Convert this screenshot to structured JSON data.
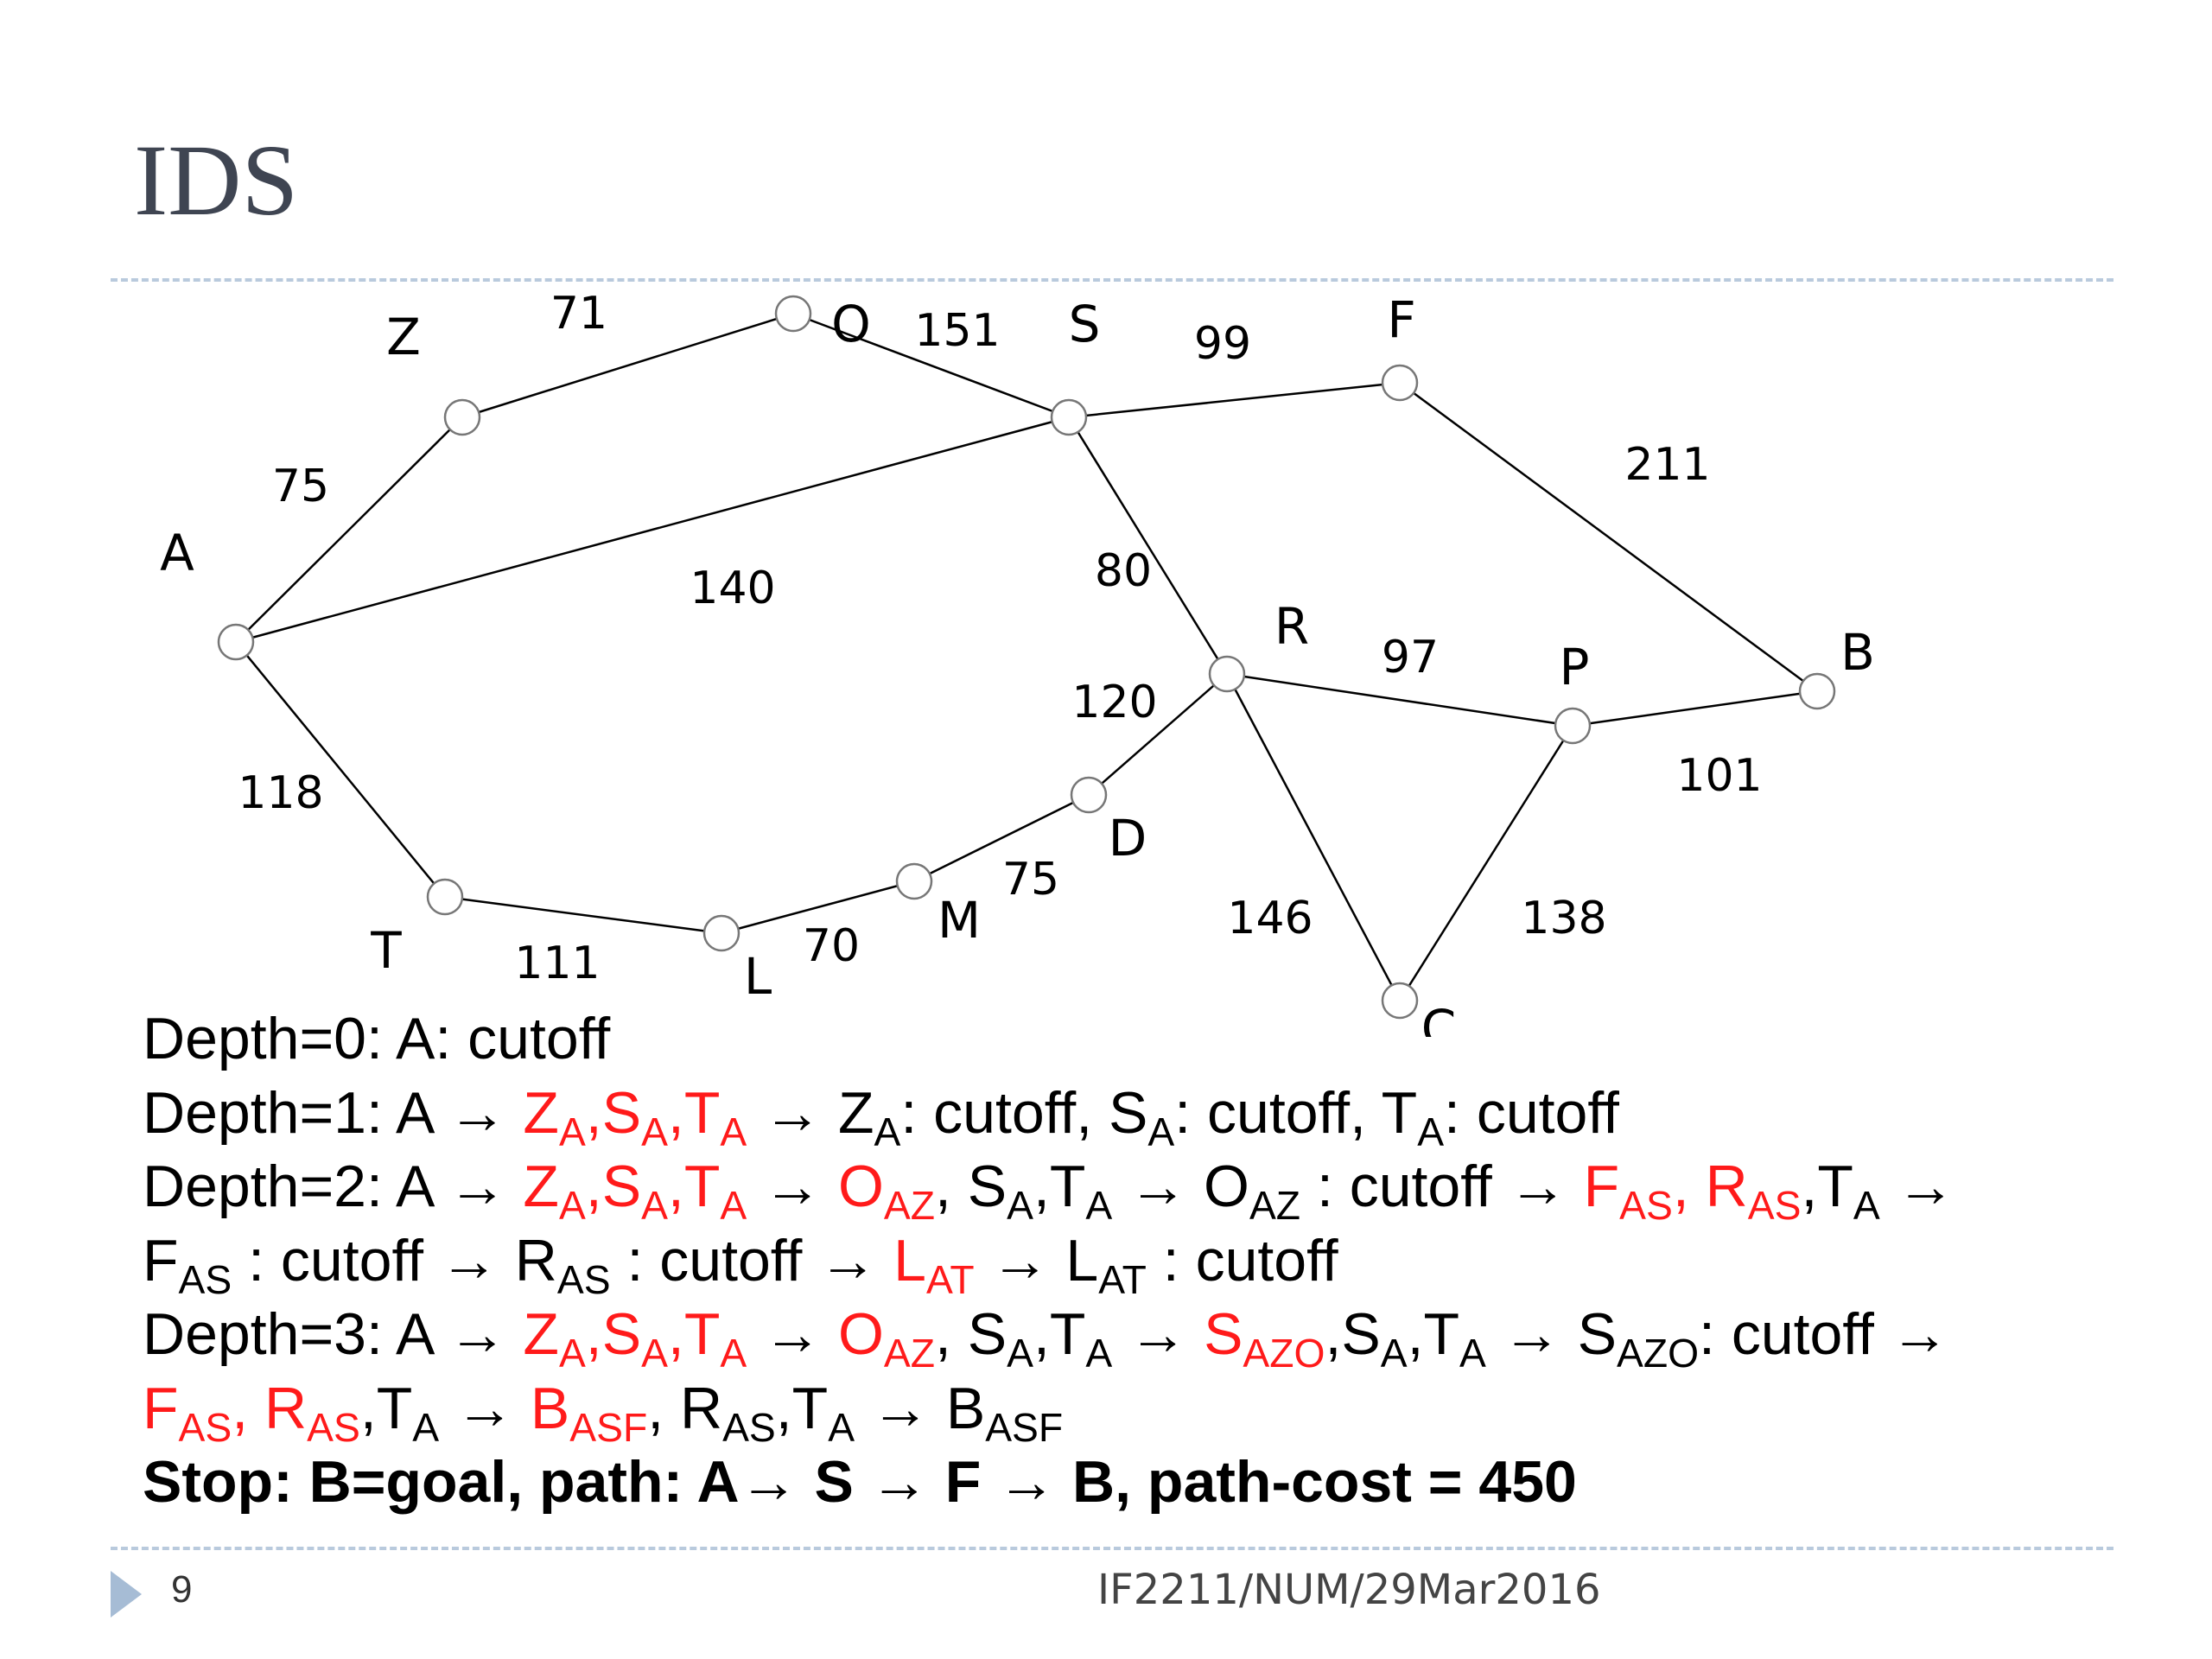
{
  "title": "IDS",
  "graph": {
    "nodes": [
      {
        "id": "A",
        "label": "A"
      },
      {
        "id": "Z",
        "label": "Z"
      },
      {
        "id": "O",
        "label": "O"
      },
      {
        "id": "S",
        "label": "S"
      },
      {
        "id": "F",
        "label": "F"
      },
      {
        "id": "B",
        "label": "B"
      },
      {
        "id": "R",
        "label": "R"
      },
      {
        "id": "P",
        "label": "P"
      },
      {
        "id": "C",
        "label": "C"
      },
      {
        "id": "D",
        "label": "D"
      },
      {
        "id": "M",
        "label": "M"
      },
      {
        "id": "L",
        "label": "L"
      },
      {
        "id": "T",
        "label": "T"
      }
    ],
    "edges": [
      {
        "from": "A",
        "to": "Z",
        "weight": "75"
      },
      {
        "from": "Z",
        "to": "O",
        "weight": "71"
      },
      {
        "from": "O",
        "to": "S",
        "weight": "151"
      },
      {
        "from": "A",
        "to": "S",
        "weight": "140"
      },
      {
        "from": "S",
        "to": "F",
        "weight": "99"
      },
      {
        "from": "F",
        "to": "B",
        "weight": "211"
      },
      {
        "from": "S",
        "to": "R",
        "weight": "80"
      },
      {
        "from": "R",
        "to": "P",
        "weight": "97"
      },
      {
        "from": "P",
        "to": "B",
        "weight": "101"
      },
      {
        "from": "R",
        "to": "C",
        "weight": "146"
      },
      {
        "from": "P",
        "to": "C",
        "weight": "138"
      },
      {
        "from": "R",
        "to": "D",
        "weight": "120"
      },
      {
        "from": "D",
        "to": "M",
        "weight": "75"
      },
      {
        "from": "M",
        "to": "L",
        "weight": "70"
      },
      {
        "from": "L",
        "to": "T",
        "weight": "111"
      },
      {
        "from": "T",
        "to": "A",
        "weight": "118"
      }
    ]
  },
  "trace": [
    [
      {
        "t": "Depth=0: A: cutoff"
      }
    ],
    [
      {
        "t": "Depth=1: A  → "
      },
      {
        "t": "Z",
        "s": "A",
        "c": "red"
      },
      {
        "t": ",",
        "c": "red"
      },
      {
        "t": "S",
        "s": "A",
        "c": "red"
      },
      {
        "t": ",",
        "c": "red"
      },
      {
        "t": "T",
        "s": "A",
        "c": "red"
      },
      {
        "t": " → Z"
      },
      {
        "t": "",
        "s": "A"
      },
      {
        "t": ": cutoff, S"
      },
      {
        "t": "",
        "s": "A"
      },
      {
        "t": ": cutoff, T"
      },
      {
        "t": "",
        "s": "A"
      },
      {
        "t": ": cutoff"
      }
    ],
    [
      {
        "t": "Depth=2: A  → "
      },
      {
        "t": "Z",
        "s": "A",
        "c": "red"
      },
      {
        "t": ",",
        "c": "red"
      },
      {
        "t": "S",
        "s": "A",
        "c": "red"
      },
      {
        "t": ",",
        "c": "red"
      },
      {
        "t": "T",
        "s": "A",
        "c": "red"
      },
      {
        "t": " → "
      },
      {
        "t": "O",
        "s": "AZ",
        "c": "red"
      },
      {
        "t": ", S"
      },
      {
        "t": "",
        "s": "A"
      },
      {
        "t": ",T"
      },
      {
        "t": "",
        "s": "A"
      },
      {
        "t": " → O"
      },
      {
        "t": "",
        "s": "AZ"
      },
      {
        "t": " : cutoff → "
      },
      {
        "t": "F",
        "s": "AS",
        "c": "red"
      },
      {
        "t": ", ",
        "c": "red"
      },
      {
        "t": "R",
        "s": "AS",
        "c": "red"
      },
      {
        "t": ",T"
      },
      {
        "t": "",
        "s": "A"
      },
      {
        "t": " →"
      }
    ],
    [
      {
        "t": "F"
      },
      {
        "t": "",
        "s": "AS"
      },
      {
        "t": " : cutoff → R"
      },
      {
        "t": "",
        "s": "AS"
      },
      {
        "t": " : cutoff → "
      },
      {
        "t": "L",
        "s": "AT",
        "c": "red"
      },
      {
        "t": " → L"
      },
      {
        "t": "",
        "s": "AT"
      },
      {
        "t": " : cutoff"
      }
    ],
    [
      {
        "t": "Depth=3: A  → "
      },
      {
        "t": "Z",
        "s": "A",
        "c": "red"
      },
      {
        "t": ",",
        "c": "red"
      },
      {
        "t": "S",
        "s": "A",
        "c": "red"
      },
      {
        "t": ",",
        "c": "red"
      },
      {
        "t": "T",
        "s": "A",
        "c": "red"
      },
      {
        "t": " → "
      },
      {
        "t": "O",
        "s": "AZ",
        "c": "red"
      },
      {
        "t": ", S"
      },
      {
        "t": "",
        "s": "A"
      },
      {
        "t": ",T"
      },
      {
        "t": "",
        "s": "A"
      },
      {
        "t": " → "
      },
      {
        "t": "S",
        "s": "AZO",
        "c": "red"
      },
      {
        "t": ",S"
      },
      {
        "t": "",
        "s": "A"
      },
      {
        "t": ",T"
      },
      {
        "t": "",
        "s": "A"
      },
      {
        "t": " → S"
      },
      {
        "t": "",
        "s": "AZO"
      },
      {
        "t": ": cutoff →"
      }
    ],
    [
      {
        "t": "F",
        "s": "AS",
        "c": "red"
      },
      {
        "t": ", ",
        "c": "red"
      },
      {
        "t": "R",
        "s": "AS",
        "c": "red"
      },
      {
        "t": ",T"
      },
      {
        "t": "",
        "s": "A"
      },
      {
        "t": " → "
      },
      {
        "t": "B",
        "s": "ASF",
        "c": "red"
      },
      {
        "t": ", R"
      },
      {
        "t": "",
        "s": "AS"
      },
      {
        "t": ",T"
      },
      {
        "t": "",
        "s": "A"
      },
      {
        "t": " → B"
      },
      {
        "t": "",
        "s": "ASF"
      }
    ]
  ],
  "stop_line": "Stop: B=goal, path: A→ S → F → B, path-cost = 450",
  "footer": {
    "page_number": "9",
    "text": "IF2211/NUM/29Mar2016"
  },
  "colors": {
    "highlight": "#ff1a1a",
    "rule": "#b9cadd",
    "title": "#3f4552",
    "footer_arrow": "#a6bcd5"
  }
}
